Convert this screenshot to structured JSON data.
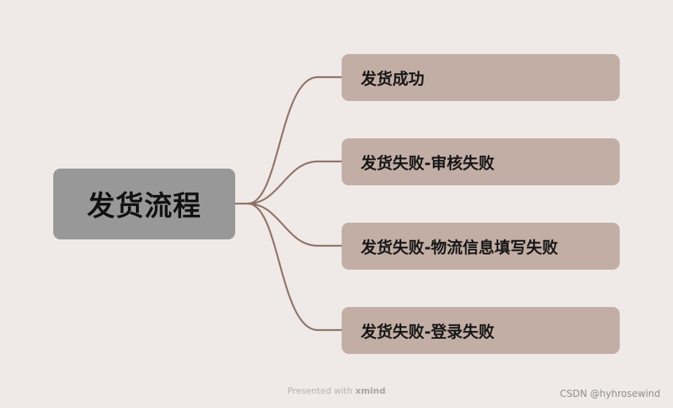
{
  "mindmap": {
    "root": {
      "label": "发货流程"
    },
    "branches": [
      {
        "label": "发货成功"
      },
      {
        "label": "发货失败-审核失败"
      },
      {
        "label": "发货失败-物流信息填写失败"
      },
      {
        "label": "发货失败-登录失败"
      }
    ]
  },
  "footer": {
    "presented_with": "Presented with",
    "brand": "xmind",
    "watermark": "CSDN @hyhrosewind"
  },
  "colors": {
    "background": "#efe9e7",
    "root_fill": "#989898",
    "branch_fill": "#c2aea5",
    "connector": "#8e7268"
  }
}
